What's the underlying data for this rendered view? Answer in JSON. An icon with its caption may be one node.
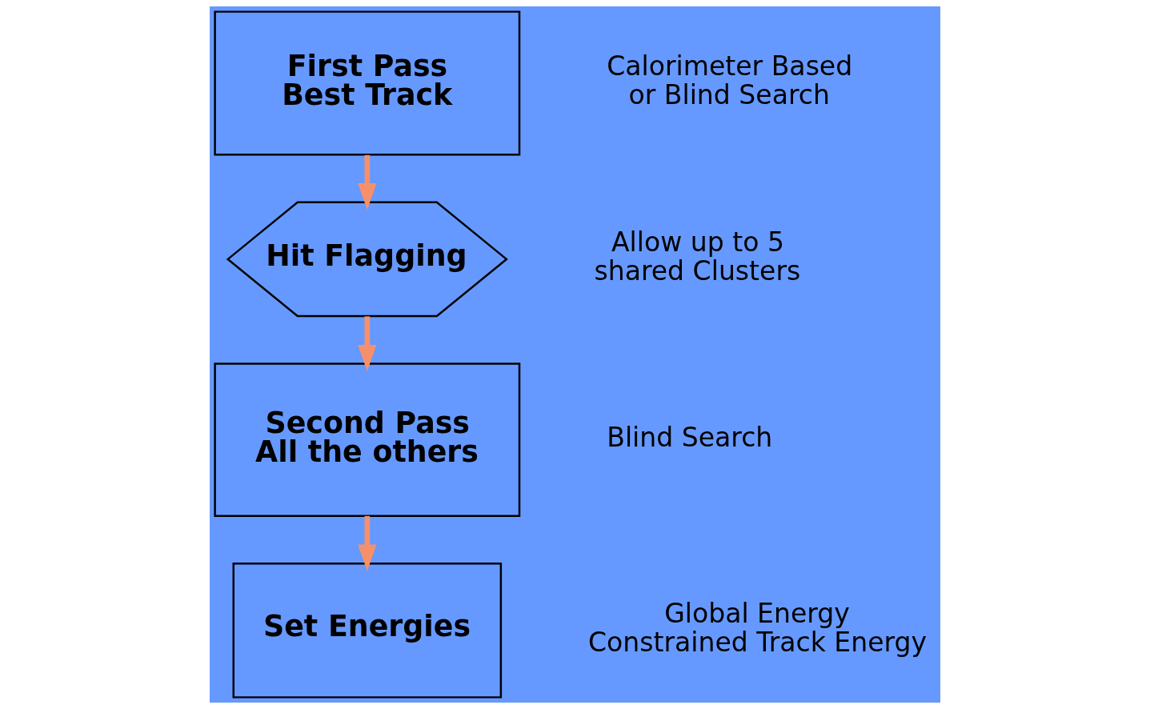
{
  "diagram": {
    "nodes": [
      {
        "text": [
          "First Pass Best Track"
        ]
      },
      {
        "text": [
          "Hit Flagging"
        ]
      },
      {
        "text": [
          "Second Pass All the others"
        ]
      },
      {
        "text": [
          "Set Energies"
        ]
      }
    ],
    "edges": [
      {
        "from": 0,
        "to": 1,
        "arrow": "to",
        "color": "#f7906a"
      },
      {
        "from": 1,
        "to": 2,
        "arrow": "to",
        "color": "#f7906a"
      },
      {
        "from": 2,
        "to": 3,
        "arrow": "to",
        "color": "#f7906a"
      }
    ],
    "labels": [
      "Calorimeter Based or Blind Search",
      "Allow up to 5 shared Clusters",
      "Blind Search",
      "Global Energy Constrained Track Energy"
    ]
  }
}
